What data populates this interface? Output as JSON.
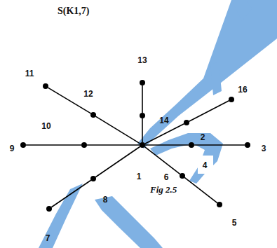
{
  "diagram": {
    "title": "S(K1,7)",
    "caption": "Fig 2.5",
    "nodes": [
      {
        "text": [
          "1"
        ]
      },
      {
        "text": [
          "2"
        ]
      },
      {
        "text": [
          "3"
        ]
      },
      {
        "text": [
          "4"
        ]
      },
      {
        "text": [
          "5"
        ]
      },
      {
        "text": [
          "6"
        ]
      },
      {
        "text": [
          "7"
        ]
      },
      {
        "text": [
          "8"
        ]
      },
      {
        "text": [
          "9"
        ]
      },
      {
        "text": [
          "10"
        ]
      },
      {
        "text": [
          "11"
        ]
      },
      {
        "text": [
          "12"
        ]
      },
      {
        "text": [
          "13"
        ]
      },
      {
        "text": [
          "14"
        ]
      },
      {
        "text": [
          "16"
        ]
      }
    ],
    "edges": [
      {
        "from": 0,
        "to": 1,
        "arrow": "none"
      },
      {
        "from": 1,
        "to": 14,
        "arrow": "none"
      },
      {
        "from": 0,
        "to": 3,
        "arrow": "none"
      },
      {
        "from": 3,
        "to": 2,
        "arrow": "none"
      },
      {
        "from": 0,
        "to": 5,
        "arrow": "none"
      },
      {
        "from": 5,
        "to": 4,
        "arrow": "none"
      },
      {
        "from": 0,
        "to": 7,
        "arrow": "none"
      },
      {
        "from": 7,
        "to": 6,
        "arrow": "none"
      },
      {
        "from": 0,
        "to": 9,
        "arrow": "none"
      },
      {
        "from": 9,
        "to": 8,
        "arrow": "none"
      },
      {
        "from": 0,
        "to": 11,
        "arrow": "none"
      },
      {
        "from": 11,
        "to": 10,
        "arrow": "none"
      },
      {
        "from": 0,
        "to": 13,
        "arrow": "none"
      },
      {
        "from": 13,
        "to": 12,
        "arrow": "none"
      }
    ]
  }
}
